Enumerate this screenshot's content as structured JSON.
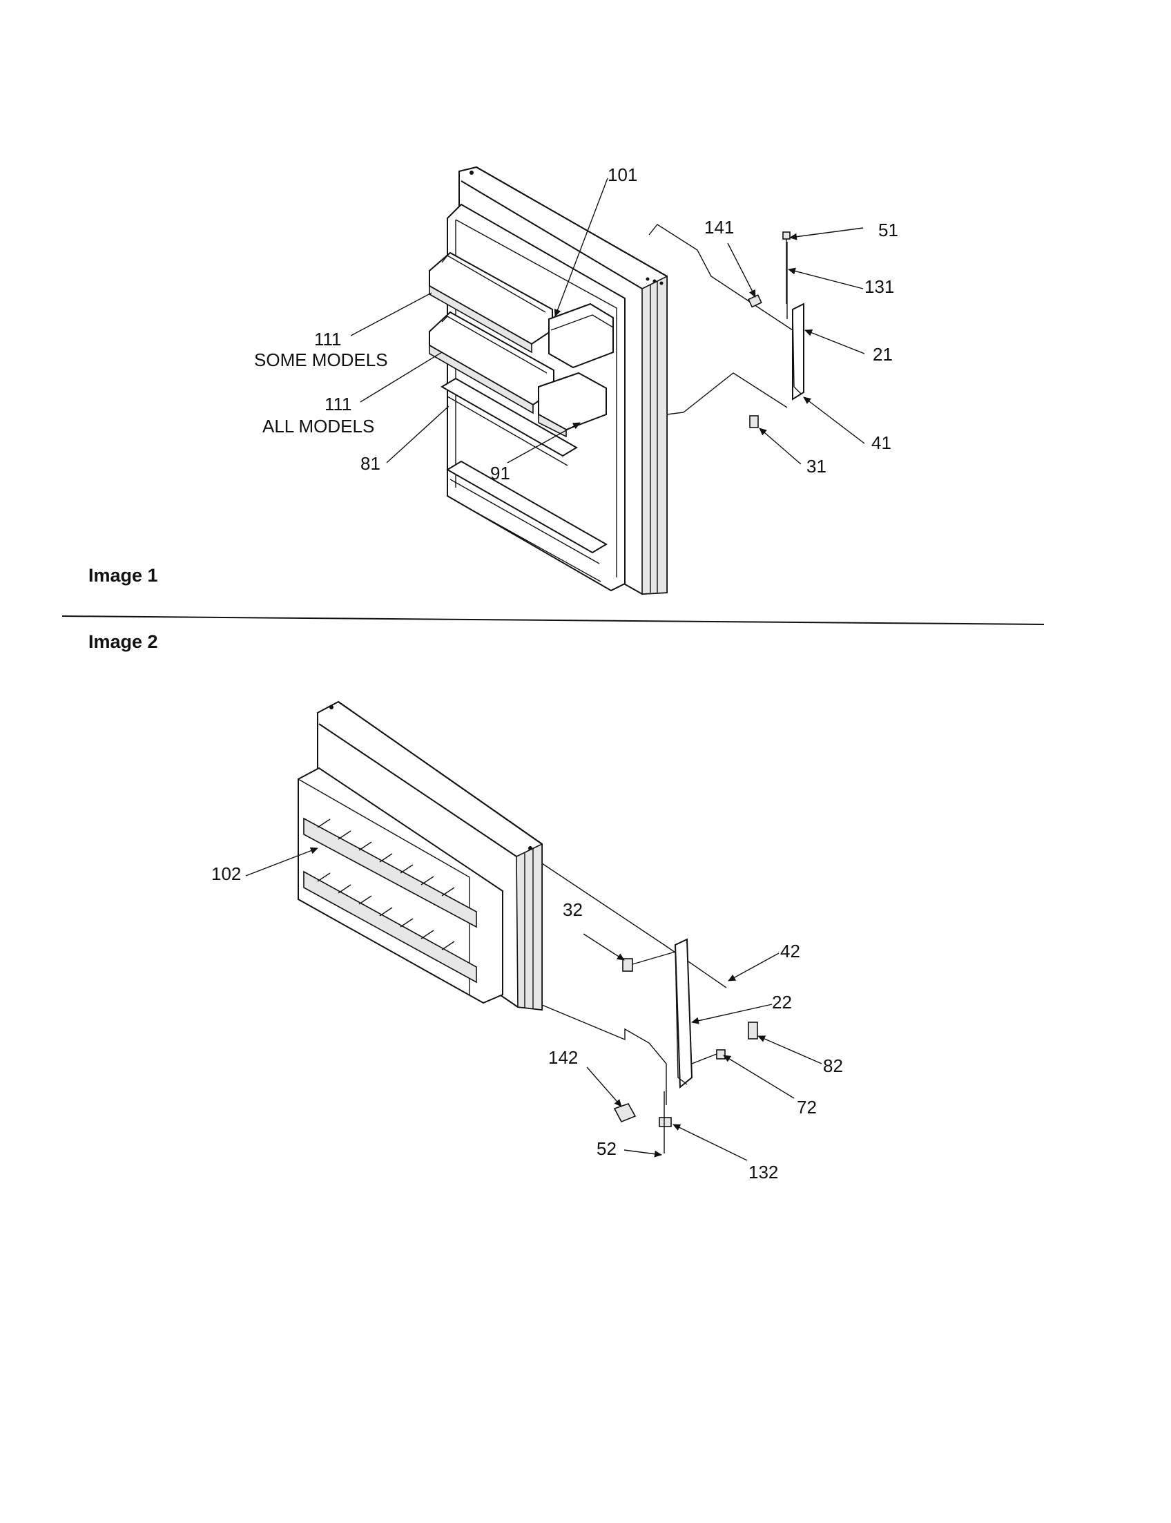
{
  "image1": {
    "caption": "Image 1",
    "callouts": {
      "c101": "101",
      "c141": "141",
      "c51": "51",
      "c131": "131",
      "c21": "21",
      "c41": "41",
      "c31": "31",
      "c111a": "111",
      "c111a_note": "SOME MODELS",
      "c111b": "111",
      "c111b_note": "ALL MODELS",
      "c81": "81",
      "c91": "91"
    }
  },
  "image2": {
    "caption": "Image 2",
    "callouts": {
      "c102": "102",
      "c32": "32",
      "c42": "42",
      "c22": "22",
      "c82": "82",
      "c72": "72",
      "c142": "142",
      "c52": "52",
      "c132": "132"
    }
  }
}
